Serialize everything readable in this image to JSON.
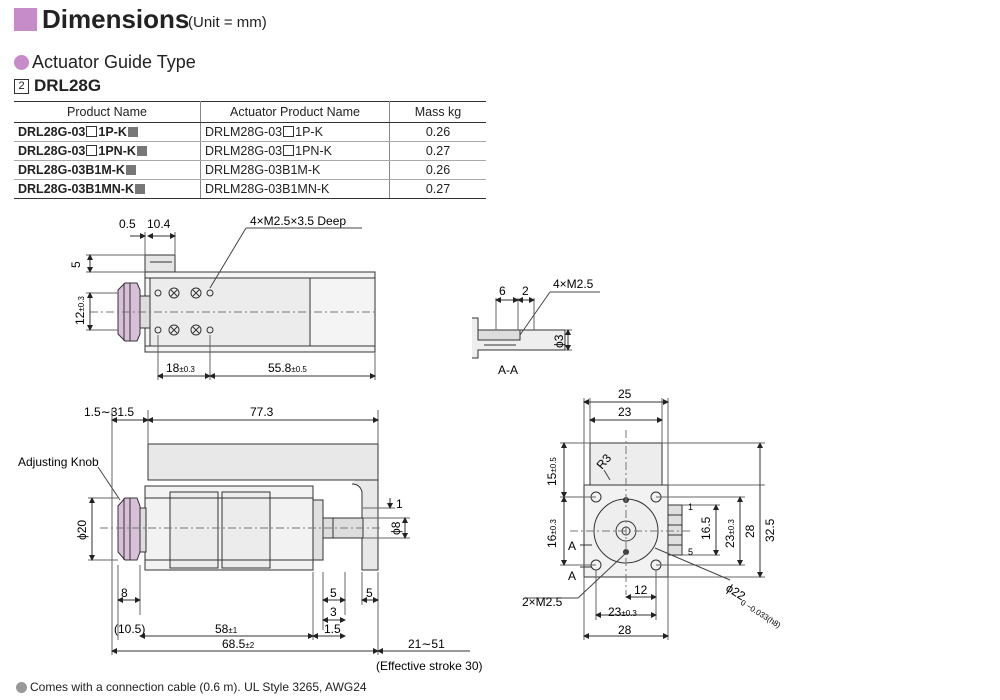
{
  "header": {
    "title": "Dimensions",
    "unit": "(Unit = mm)"
  },
  "section": {
    "title": "Actuator  Guide Type",
    "model_num": "2",
    "model": "DRL28G"
  },
  "table": {
    "headers": [
      "Product Name",
      "Actuator Product Name",
      "Mass kg"
    ],
    "rows": [
      {
        "pn_a": "DRL28G-03",
        "pn_b": "1P-K",
        "apn_a": "DRLM28G-03",
        "apn_b": "1P-K",
        "mass": "0.26"
      },
      {
        "pn_a": "DRL28G-03",
        "pn_b": "1PN-K",
        "apn_a": "DRLM28G-03",
        "apn_b": "1PN-K",
        "mass": "0.27"
      },
      {
        "pn_a": "DRL28G-03B1M-K",
        "pn_b": "",
        "apn_a": "DRLM28G-03B1M-K",
        "apn_b": "",
        "mass": "0.26"
      },
      {
        "pn_a": "DRL28G-03B1MN-K",
        "pn_b": "",
        "apn_a": "DRLM28G-03B1MN-K",
        "apn_b": "",
        "mass": "0.27"
      }
    ]
  },
  "top_view": {
    "dim_05": "0.5",
    "dim_104": "10.4",
    "holes": "4×M2.5×3.5 Deep",
    "dim_5": "5",
    "dim_12": "12",
    "dim_12_tol": "±0.3",
    "dim_18": "18",
    "dim_18_tol": "±0.3",
    "dim_558": "55.8",
    "dim_558_tol": "±0.5"
  },
  "section_view": {
    "dim_6": "6",
    "dim_2": "2",
    "holes": "4×M2.5",
    "dia3": "ϕ3",
    "label": "A-A"
  },
  "side_view": {
    "stroke_range": "1.5∼31.5",
    "dim_773": "77.3",
    "knob_label": "Adjusting Knob",
    "dia20": "ϕ20",
    "dia8": "ϕ8",
    "dim_1": "1",
    "dim_8": "8",
    "dim_5a": "5",
    "dim_5b": "5",
    "dim_3": "3",
    "dim_105": "(10.5)",
    "dim_58": "58",
    "dim_58_tol": "±1",
    "dim_15": "1.5",
    "dim_685": "68.5",
    "dim_685_tol": "±2",
    "dim_2151": "21∼51",
    "eff_stroke": "(Effective stroke 30)"
  },
  "front_view": {
    "dim_25": "25",
    "dim_23": "23",
    "dim_15": "15",
    "dim_15_tol": "±0.5",
    "r3": "R3",
    "dim_16": "16",
    "dim_16_tol": "±0.3",
    "dim_165": "16.5",
    "dim_23v": "23",
    "dim_23v_tol": "±0.3",
    "dim_28v": "28",
    "dim_325": "32.5",
    "a_top": "A",
    "a_bot": "A",
    "pin5": "5",
    "pin1": "1",
    "dim_12": "12",
    "holes": "2×M2.5",
    "dim_23h": "23",
    "dim_23h_tol": "±0.3",
    "dim_28h": "28",
    "dia22": "ϕ22",
    "dia22_tol": "0 −0.033(h8)"
  },
  "footnote": "Comes with a connection cable (0.6 m). UL Style 3265, AWG24"
}
